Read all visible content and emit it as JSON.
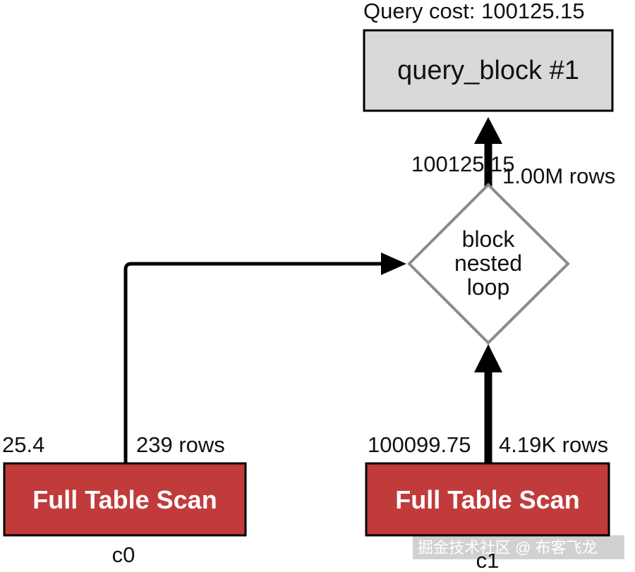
{
  "query": {
    "cost_label": "Query cost: 100125.15",
    "block_label": "query_block #1"
  },
  "join": {
    "cost": "100125.15",
    "rows": "1.00M rows",
    "lines": [
      "block",
      "nested",
      "loop"
    ]
  },
  "left_scan": {
    "cost": "25.4",
    "rows": "239 rows",
    "label": "Full Table Scan",
    "table": "c0"
  },
  "right_scan": {
    "cost": "100099.75",
    "rows": "4.19K rows",
    "label": "Full Table Scan",
    "table": "c1"
  },
  "watermark": "掘金技术社区 @ 布客飞龙",
  "colors": {
    "query_block_fill": "#d9d9d9",
    "scan_fill": "#c13b3b",
    "edge": "#000000",
    "diamond_stroke": "#8c8c8c"
  }
}
